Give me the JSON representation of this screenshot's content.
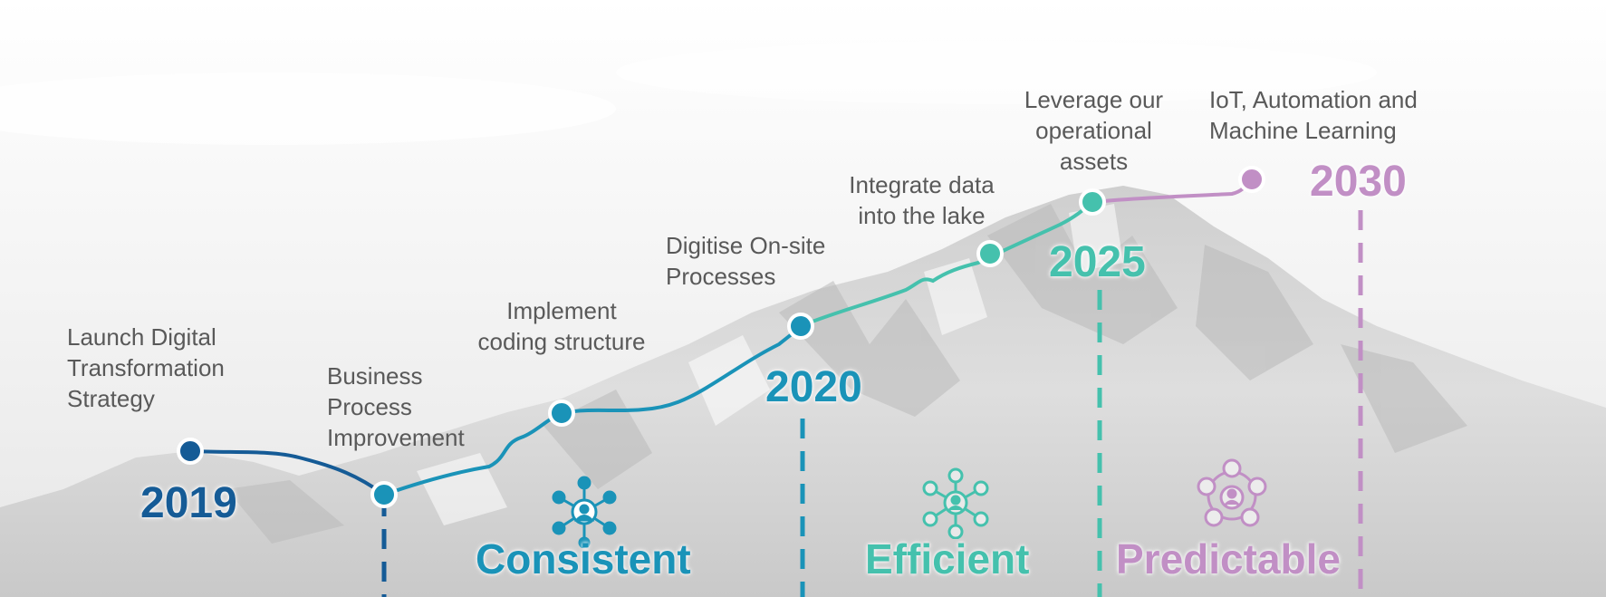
{
  "colors": {
    "dark_blue": "#155b96",
    "blue": "#1a93b8",
    "teal": "#45c1ad",
    "purple": "#c18fc5"
  },
  "milestones": [
    {
      "id": "launch",
      "label": "Launch Digital\nTransformation\nStrategy",
      "color": "dark_blue"
    },
    {
      "id": "bpi",
      "label": "Business\nProcess\nImprovement",
      "color": "blue"
    },
    {
      "id": "coding",
      "label": "Implement\ncoding structure",
      "color": "blue"
    },
    {
      "id": "digitise",
      "label": "Digitise On-site\nProcesses",
      "color": "blue"
    },
    {
      "id": "integrate",
      "label": "Integrate data\ninto the lake",
      "color": "teal"
    },
    {
      "id": "leverage",
      "label": "Leverage our\noperational\nassets",
      "color": "teal"
    },
    {
      "id": "iot",
      "label": "IoT, Automation and\nMachine Learning",
      "color": "purple"
    }
  ],
  "years": {
    "y2019": "2019",
    "y2020": "2020",
    "y2025": "2025",
    "y2030": "2030"
  },
  "phases": {
    "consistent": {
      "label": "Consistent",
      "icon": "network-hub-icon"
    },
    "efficient": {
      "label": "Efficient",
      "icon": "people-network-icon"
    },
    "predictable": {
      "label": "Predictable",
      "icon": "connected-people-icon"
    }
  }
}
